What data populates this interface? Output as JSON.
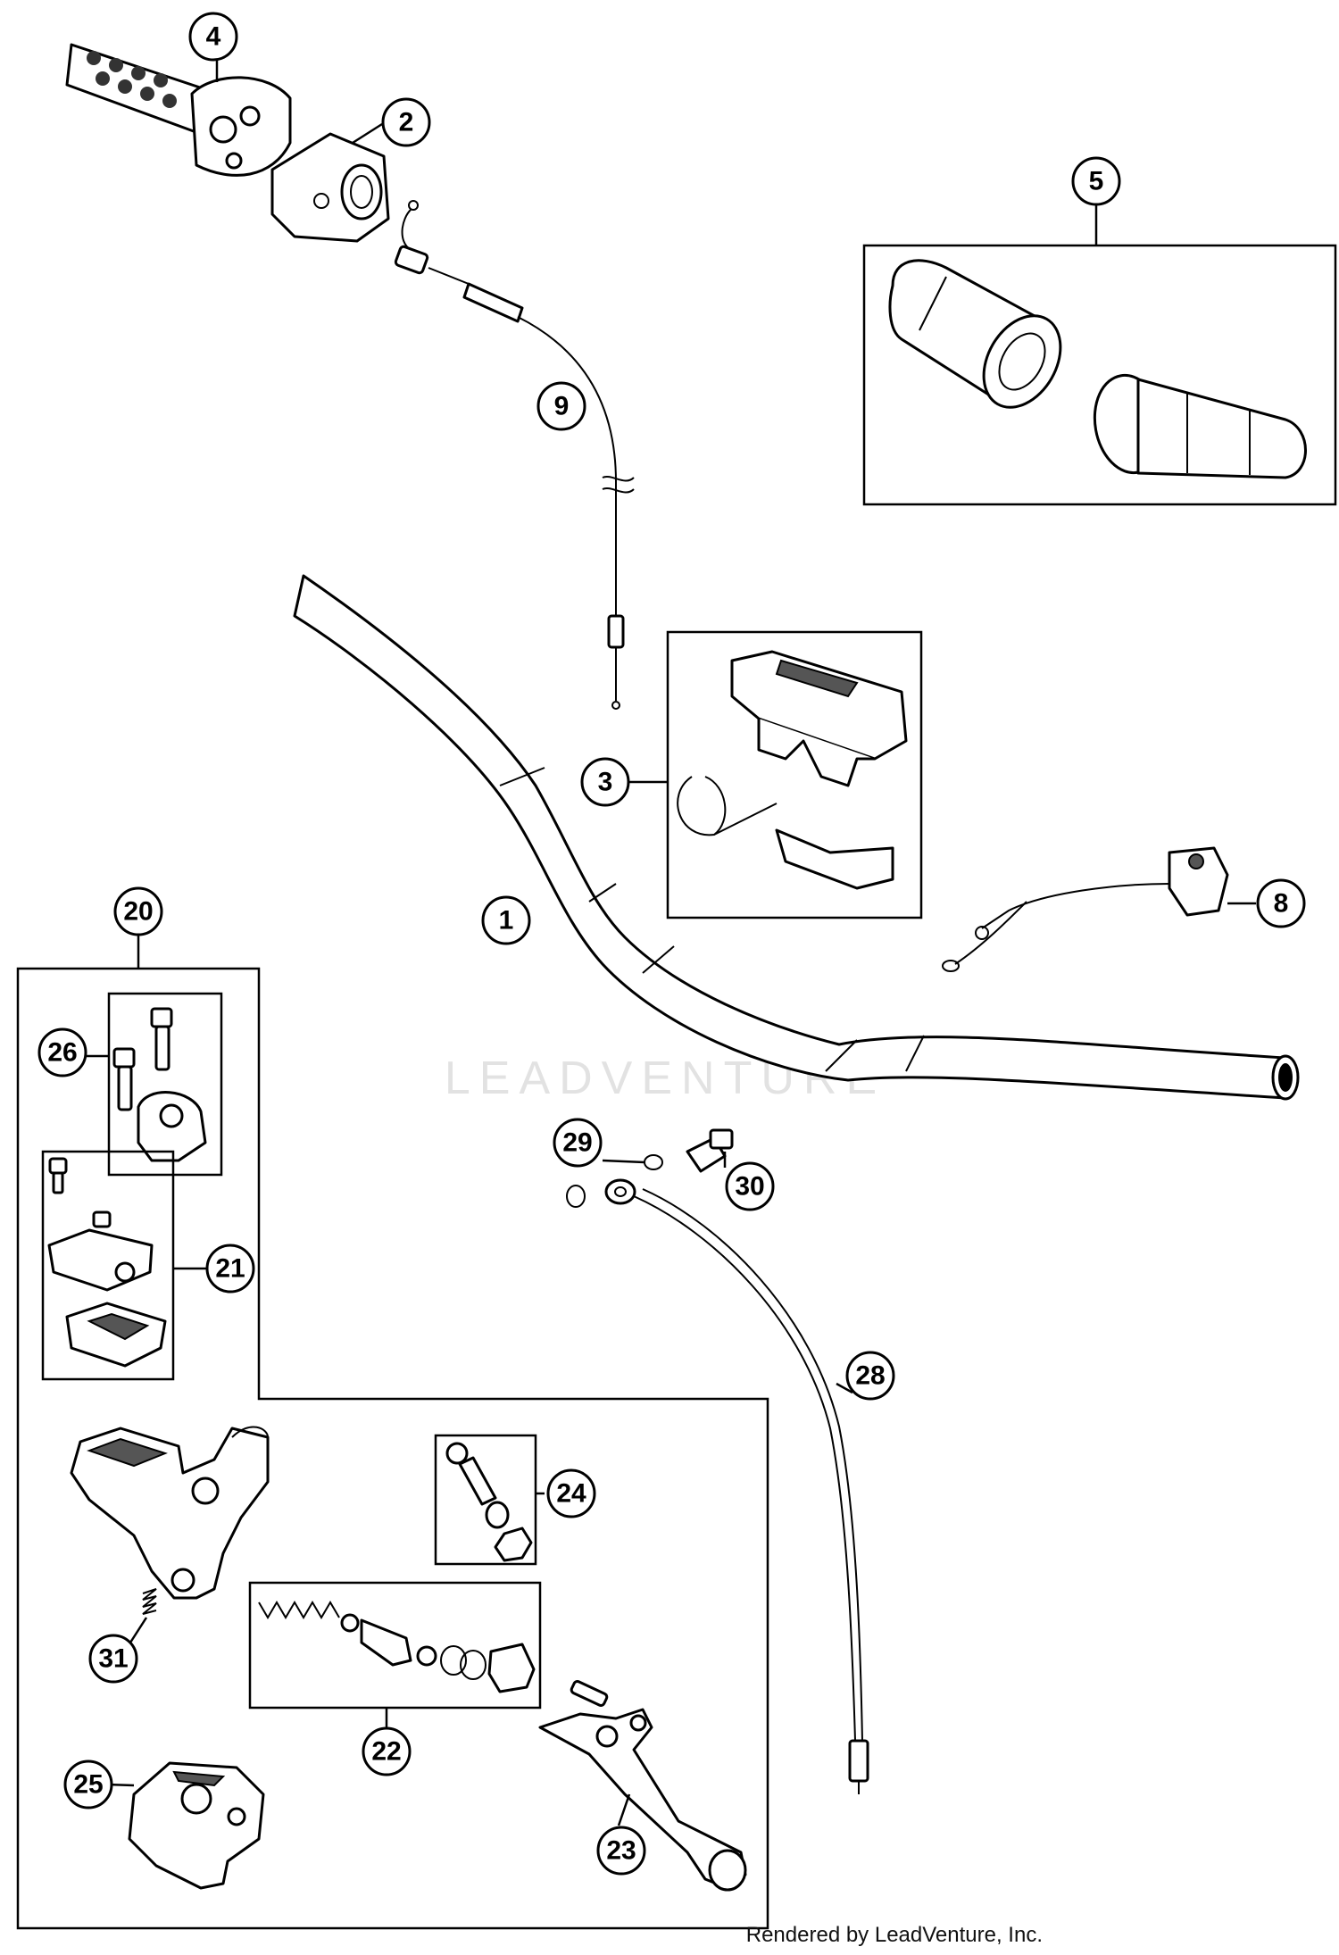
{
  "watermark": "LEADVENTURE",
  "credit": "Rendered by LeadVenture, Inc.",
  "callouts": {
    "c1": "1",
    "c2": "2",
    "c3": "3",
    "c4": "4",
    "c5": "5",
    "c8": "8",
    "c9": "9",
    "c20": "20",
    "c21": "21",
    "c22": "22",
    "c23": "23",
    "c24": "24",
    "c25": "25",
    "c26": "26",
    "c28": "28",
    "c29": "29",
    "c30": "30",
    "c31": "31"
  }
}
